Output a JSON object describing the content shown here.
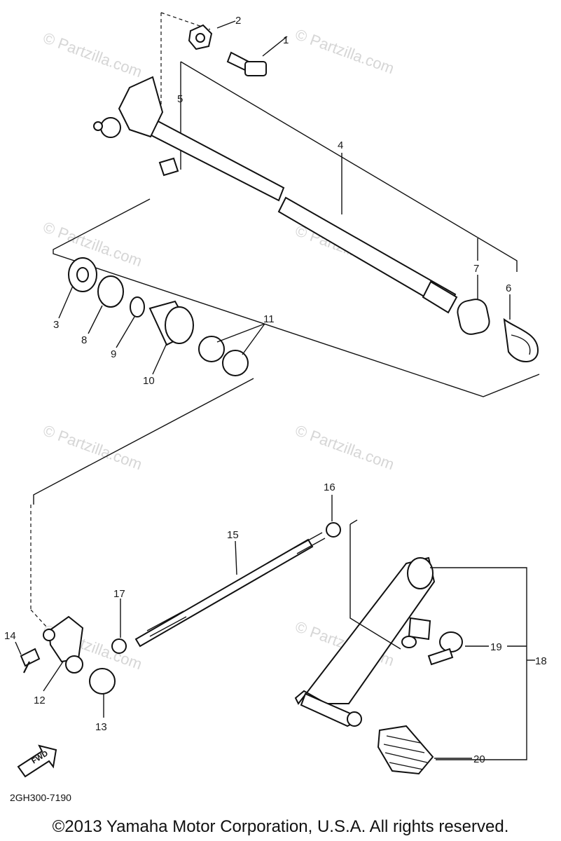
{
  "watermark": "© Partzilla.com",
  "diagram_code": "2GH300-7190",
  "copyright": "©2013 Yamaha Motor Corporation, U.S.A. All rights reserved.",
  "fwd_label": "FWD",
  "callouts": {
    "c1": "1",
    "c2": "2",
    "c3": "3",
    "c4": "4",
    "c5": "5",
    "c6": "6",
    "c7": "7",
    "c8": "8",
    "c9": "9",
    "c10": "10",
    "c11": "11",
    "c12": "12",
    "c13": "13",
    "c14": "14",
    "c15": "15",
    "c16": "16",
    "c17": "17",
    "c18": "18",
    "c19": "19",
    "c20": "20"
  }
}
